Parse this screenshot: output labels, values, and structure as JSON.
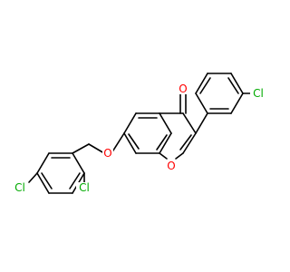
{
  "colors": {
    "background": "#ffffff",
    "bond": "#000000",
    "oxygen": "#ff0000",
    "chlorine": "#00aa00"
  },
  "molecule": {
    "labels": {
      "carbonyl_oxygen": "O",
      "ring_oxygen": "O",
      "ether_oxygen": "O",
      "chlorine_phenyl": "Cl",
      "chlorine_ortho": "Cl",
      "chlorine_para": "Cl"
    }
  }
}
